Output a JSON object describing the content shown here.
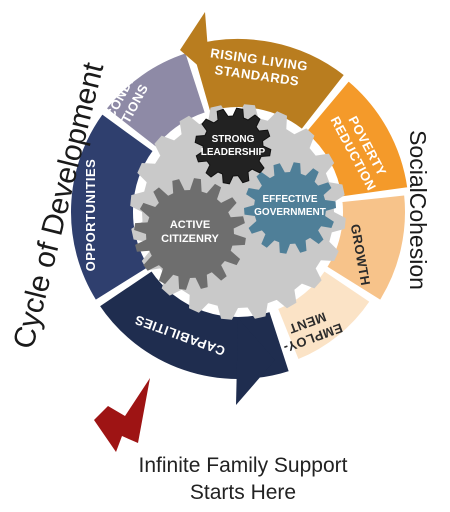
{
  "segments": [
    {
      "id": "conditions",
      "lines": [
        "CONDI-",
        "TIONS"
      ],
      "color": "#8e8aa6"
    },
    {
      "id": "rising",
      "lines": [
        "RISING LIVING",
        "STANDARDS"
      ],
      "color": "#b97d1f"
    },
    {
      "id": "poverty",
      "lines": [
        "POVERTY",
        "REDUCTION"
      ],
      "color": "#f49a2a"
    },
    {
      "id": "growth",
      "lines": [
        "GROWTH"
      ],
      "color": "#f7c38a"
    },
    {
      "id": "employment",
      "lines": [
        "EMPLOY-",
        "MENT"
      ],
      "color": "#fbe3c6"
    },
    {
      "id": "capabilities",
      "lines": [
        "CAPABILITIES"
      ],
      "color": "#1f2d4f"
    },
    {
      "id": "opportunities",
      "lines": [
        "OPPORTUNITIES"
      ],
      "color": "#2f3f6e"
    }
  ],
  "gears": [
    {
      "id": "leadership",
      "lines": [
        "STRONG",
        "LEADERSHIP"
      ],
      "color": "#222222"
    },
    {
      "id": "government",
      "lines": [
        "EFFECTIVE",
        "GOVERNMENT"
      ],
      "color": "#4f7f98"
    },
    {
      "id": "citizenry",
      "lines": [
        "ACTIVE",
        "CITIZENRY"
      ],
      "color": "#6e6e6e"
    }
  ],
  "titles": {
    "left": "Cycle of Development",
    "right": "SocialCohesion"
  },
  "caption": {
    "line1": "Infinite Family Support",
    "line2": "Starts Here"
  },
  "colors": {
    "arrow": "#9e1414",
    "gear_bg": "#c9c9c9"
  }
}
